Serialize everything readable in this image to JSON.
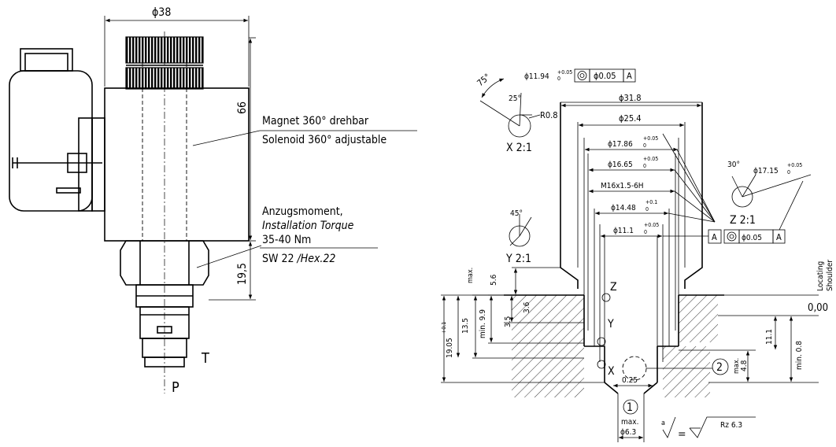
{
  "left_view": {
    "dim_diameter": "ϕ38",
    "dim_height": "66",
    "dim_nut": "19,5",
    "label_de": "Magnet 360° drehbar",
    "label_en": "Solenoid 360° adjustable",
    "torque_de": "Anzugsmoment,",
    "torque_en": "Installation Torque",
    "torque_value": "35-40 Nm",
    "hex_de": "SW 22",
    "hex_en": "/Hex.22",
    "port_p": "P",
    "port_t": "T"
  },
  "right_view": {
    "top_tolerance_dim": "ϕ11.94",
    "top_tolerance_sup": "+0.05",
    "top_tolerance_sub": "0",
    "fcf_value": "ϕ0.05",
    "fcf_datum": "A",
    "angle_75": "75°",
    "angle_25": "25°",
    "radius": "R0.8",
    "detail_x": "X 2:1",
    "detail_y": "Y 2:1",
    "detail_z": "Z 2:1",
    "angle_45": "45°",
    "angle_30": "30°",
    "dim_31_8": "ϕ31.8",
    "dim_25_4": "ϕ25.4",
    "dim_17_86": "ϕ17.86",
    "tol_17_86": "+0.05",
    "dim_16_65": "ϕ16.65",
    "tol_16_65": "+0.05",
    "thread": "M16x1.5-6H",
    "dim_14_48": "ϕ14.48",
    "tol_14_48": "+0.1",
    "dim_11_1": "ϕ11.1",
    "tol_11_1": "+0.05",
    "dim_17_15": "ϕ17.15",
    "tol_17_15": "+0.05",
    "tol_zero": "0",
    "datum_a": "A",
    "fcf2_value": "ϕ0.05",
    "fcf2_datum": "A",
    "dim_max": "max.",
    "dim_5_6": "5.6",
    "dim_3_6": "3.6",
    "dim_3_5": "3.5",
    "dim_min_9_9": "min. 9.9",
    "dim_13_5": "13.5",
    "dim_19_05": "19.05",
    "tol_19_05": "+0.1",
    "dim_11_1v": "11.1",
    "dim_min_0_8": "min. 0.8",
    "dim_max_4_8_a": "max.",
    "dim_max_4_8_b": "4.8",
    "locating_1": "Locating",
    "locating_2": "Shoulder",
    "zero": "0,00",
    "letter_z": "Z",
    "letter_y": "Y",
    "letter_x": "X",
    "port_2": "2",
    "port_1": "1",
    "dim_0_25": "0.25",
    "dim_max_bottom": "max.",
    "dim_6_3": "ϕ6.3",
    "surface_a": "a",
    "surface_eq": "=",
    "surface_rz": "Rz 6.3"
  }
}
